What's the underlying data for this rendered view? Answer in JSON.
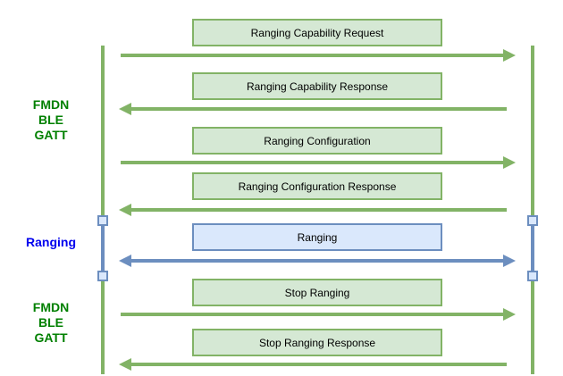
{
  "diagram": {
    "type": "sequence-diagram",
    "colors": {
      "green_fill": "#d5e8d4",
      "green_stroke": "#82b366",
      "green_text": "#008000",
      "blue_fill": "#dae8fc",
      "blue_stroke": "#6c8ebf",
      "blue_text": "#0000ee",
      "box_text": "#000000",
      "background": "#ffffff"
    }
  },
  "side_labels": [
    {
      "id": "phase-fmdn-ble-gatt-top",
      "color": "green",
      "lines": [
        "FMDN",
        "BLE",
        "GATT"
      ]
    },
    {
      "id": "phase-ranging",
      "color": "blue",
      "lines": [
        "Ranging"
      ]
    },
    {
      "id": "phase-fmdn-ble-gatt-bottom",
      "color": "green",
      "lines": [
        "FMDN",
        "BLE",
        "GATT"
      ]
    }
  ],
  "messages": [
    {
      "label": "Ranging Capability Request",
      "direction": "right",
      "style": "green"
    },
    {
      "label": "Ranging Capability Response",
      "direction": "left",
      "style": "green"
    },
    {
      "label": "Ranging Configuration",
      "direction": "right",
      "style": "green"
    },
    {
      "label": "Ranging Configuration Response",
      "direction": "left",
      "style": "green"
    },
    {
      "label": "Ranging",
      "direction": "both",
      "style": "blue"
    },
    {
      "label": "Stop Ranging",
      "direction": "right",
      "style": "green"
    },
    {
      "label": "Stop Ranging Response",
      "direction": "left",
      "style": "green"
    }
  ]
}
